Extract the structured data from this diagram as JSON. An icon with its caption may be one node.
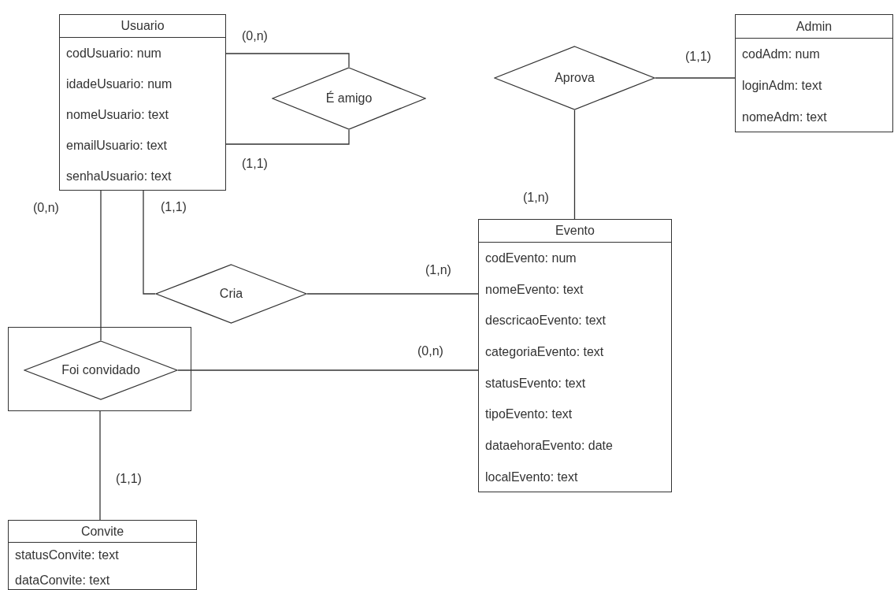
{
  "diagram": {
    "nodes": [
      {
        "text": [
          "Usuario",
          "codUsuario: num",
          "idadeUsuario: num",
          "nomeUsuario: text",
          "emailUsuario: text",
          "senhaUsuario: text"
        ]
      },
      {
        "text": [
          "Admin",
          "codAdm: num",
          "loginAdm: text",
          "nomeAdm: text"
        ]
      },
      {
        "text": [
          "É amigo"
        ]
      },
      {
        "text": [
          "Aprova"
        ]
      },
      {
        "text": [
          "Evento",
          "codEvento: num",
          "nomeEvento: text",
          "descricaoEvento: text",
          "categoriaEvento: text",
          "statusEvento: text",
          "tipoEvento: text",
          "dataehoraEvento: date",
          "localEvento: text"
        ]
      },
      {
        "text": [
          "Cria"
        ]
      },
      {
        "text": [],
        "shape": "box"
      },
      {
        "text": [
          "Foi convidado"
        ],
        "in": 6
      },
      {
        "text": [
          "Convite",
          "statusConvite: text",
          "dataConvite: text"
        ]
      }
    ],
    "edges": [
      {
        "from": 0,
        "to": 2,
        "arrow": "none",
        "label": "(0,n)"
      },
      {
        "from": 0,
        "to": 2,
        "arrow": "none",
        "label": "(1,1)"
      },
      {
        "from": 3,
        "to": 1,
        "arrow": "none",
        "label": "(1,1)"
      },
      {
        "from": 3,
        "to": 4,
        "arrow": "none",
        "label": "(1,n)"
      },
      {
        "from": 0,
        "to": 5,
        "arrow": "none",
        "label": "(1,1)"
      },
      {
        "from": 5,
        "to": 4,
        "arrow": "none",
        "label": "(1,n)"
      },
      {
        "from": 0,
        "to": 7,
        "arrow": "none",
        "label": "(0,n)"
      },
      {
        "from": 7,
        "to": 4,
        "arrow": "none",
        "label": "(0,n)"
      },
      {
        "from": 6,
        "to": 8,
        "arrow": "none",
        "label": "(1,1)"
      }
    ]
  }
}
